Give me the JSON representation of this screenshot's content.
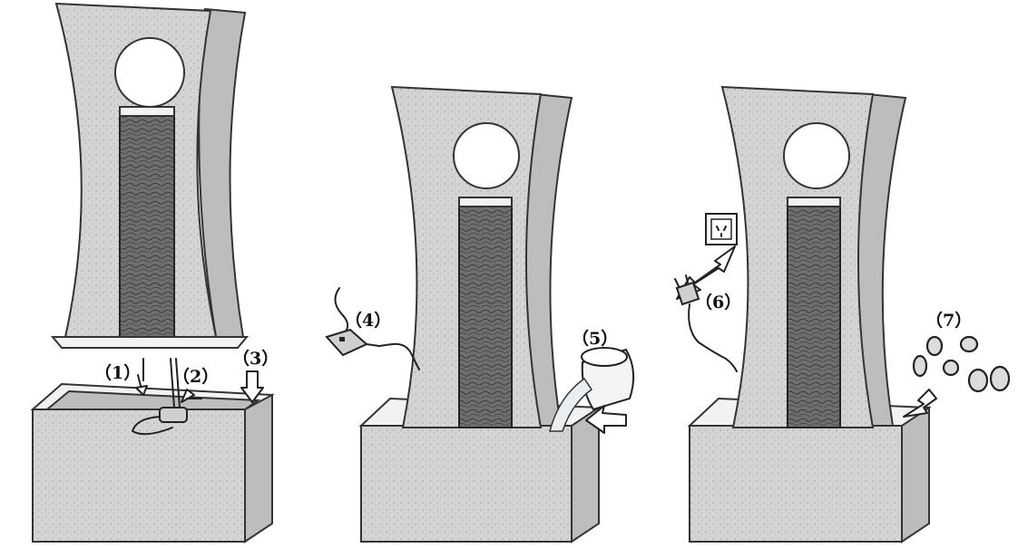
{
  "steps": [
    {
      "id": 1,
      "label": "（1）"
    },
    {
      "id": 2,
      "label": "（2）"
    },
    {
      "id": 3,
      "label": "（3）"
    },
    {
      "id": 4,
      "label": "（4）"
    },
    {
      "id": 5,
      "label": "（5）"
    },
    {
      "id": 6,
      "label": "（6）"
    },
    {
      "id": 7,
      "label": "（7）"
    }
  ]
}
